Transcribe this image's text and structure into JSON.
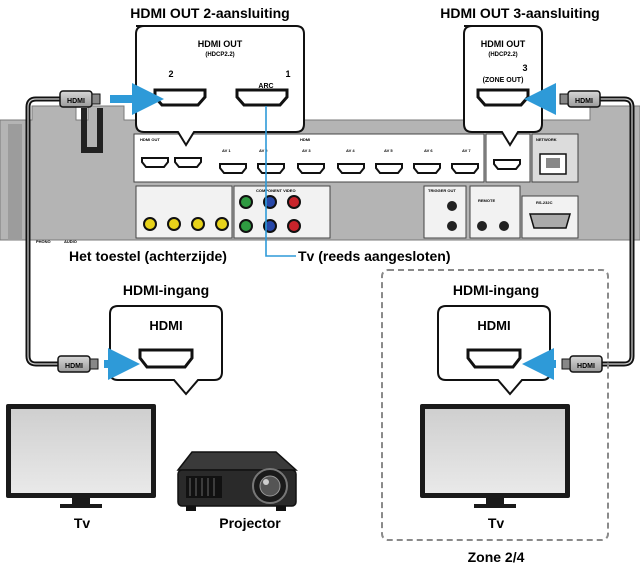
{
  "labels": {
    "out2": "HDMI OUT 2-aansluiting",
    "out3": "HDMI OUT 3-aansluiting",
    "receiver": "Het toestel (achterzijde)",
    "tv_connected": "Tv (reeds aangesloten)",
    "input_left": "HDMI-ingang",
    "input_right": "HDMI-ingang",
    "tv_left": "Tv",
    "projector": "Projector",
    "tv_right": "Tv",
    "zone": "Zone 2/4"
  },
  "callout_out2": {
    "title": "HDMI OUT",
    "sub": "(HDCP2.2)",
    "port_left": "2",
    "port_right": "1",
    "arc": "ARC"
  },
  "callout_out3": {
    "title": "HDMI OUT",
    "sub": "(HDCP2.2)",
    "port": "3",
    "zone_out": "(ZONE OUT)"
  },
  "callout_input_left": {
    "title": "HDMI"
  },
  "callout_input_right": {
    "title": "HDMI"
  },
  "cable_plug": "HDMI",
  "panel": {
    "hdmi_out": "HDMI OUT",
    "hdmi_in": "HDMI",
    "av": [
      "AV 1",
      "AV 2",
      "AV 3",
      "AV 4",
      "AV 5",
      "AV 6",
      "AV 7"
    ],
    "network": "NETWORK",
    "trigger": "TRIGGER OUT",
    "remote": "REMOTE",
    "rs232c": "RS-232C",
    "component": "COMPONENT VIDEO",
    "phono": "PHONO",
    "audio": "AUDIO"
  },
  "colors": {
    "accent": "#2e9ad8",
    "panel": "#b4b4b4",
    "cable": "#111111"
  }
}
